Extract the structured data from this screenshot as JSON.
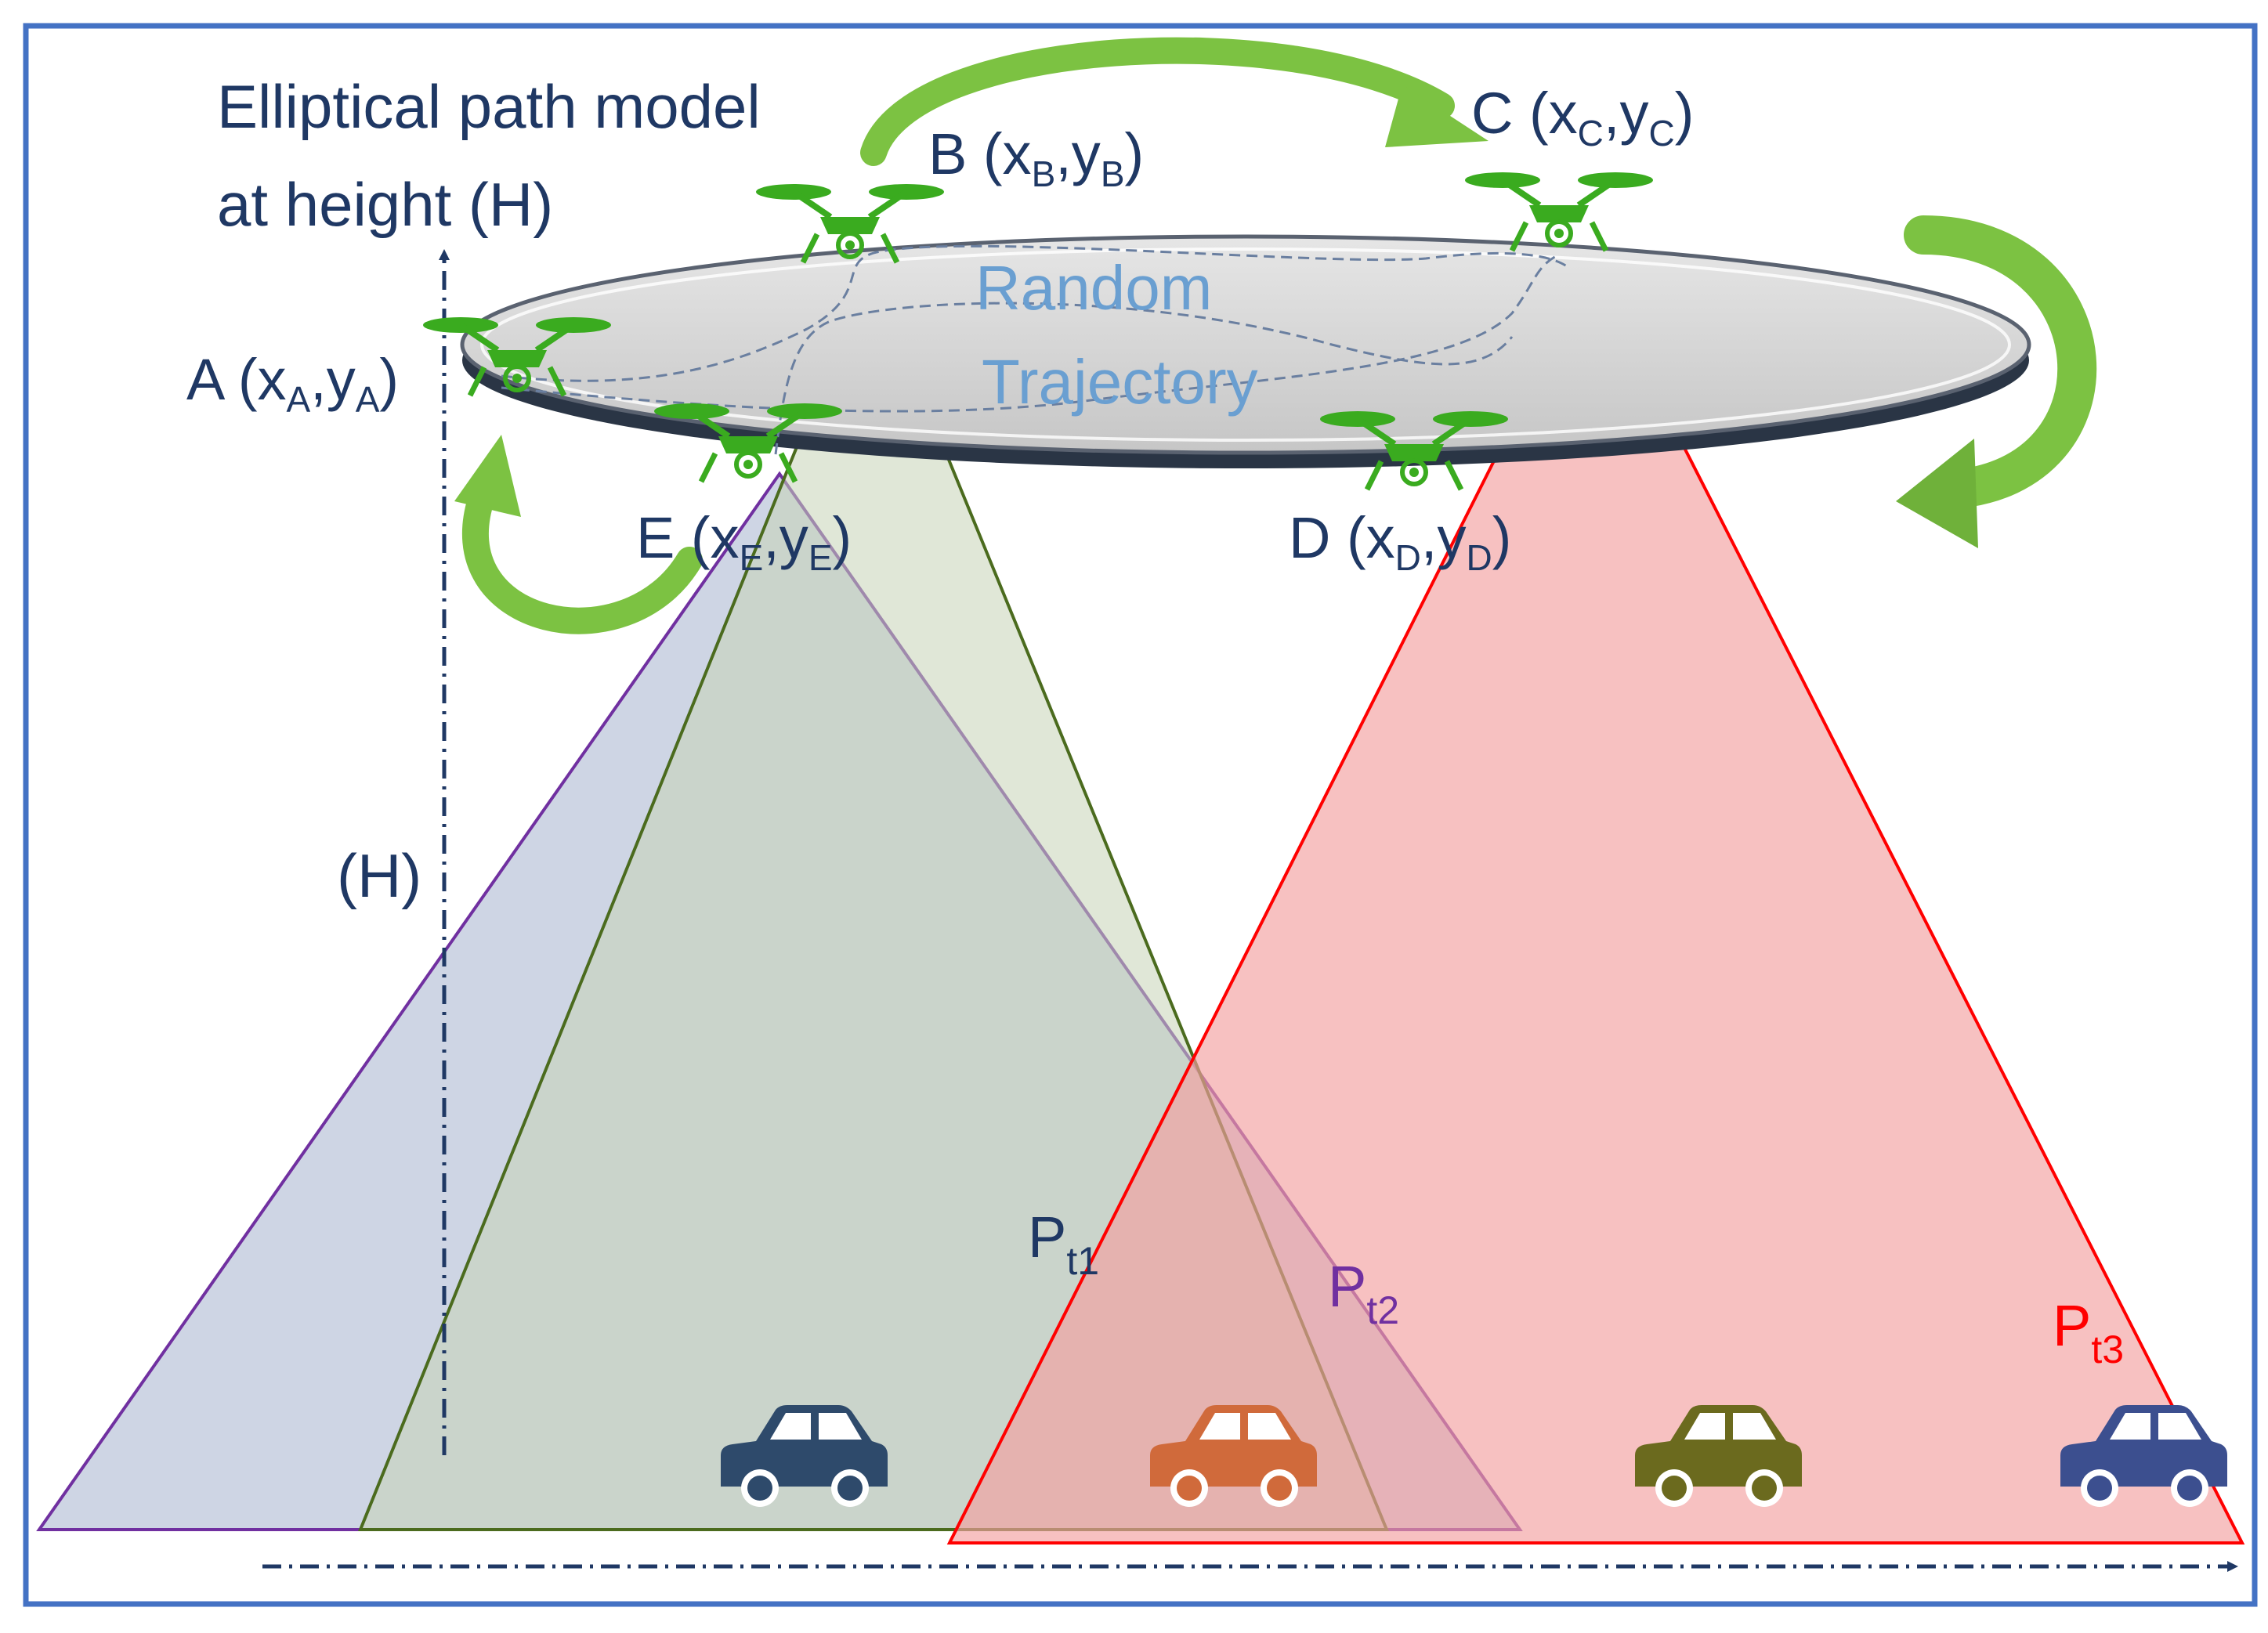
{
  "title": {
    "line1": "Elliptical path model",
    "line2": "at height (H)"
  },
  "trajectory_label": {
    "line1": "Random",
    "line2": "Trajectory"
  },
  "height_label": "(H)",
  "points": [
    {
      "id": "A",
      "label": "A (x",
      "sub1": "A",
      "mid": ",y",
      "sub2": "A",
      "end": ")"
    },
    {
      "id": "B",
      "label": "B (x",
      "sub1": "B",
      "mid": ",y",
      "sub2": "B",
      "end": ")"
    },
    {
      "id": "C",
      "label": "C (x",
      "sub1": "C",
      "mid": ",y",
      "sub2": "C",
      "end": ")"
    },
    {
      "id": "D",
      "label": "D (x",
      "sub1": "D",
      "mid": ",y",
      "sub2": "D",
      "end": ")"
    },
    {
      "id": "E",
      "label": "E (x",
      "sub1": "E",
      "mid": ",y",
      "sub2": "E",
      "end": ")"
    }
  ],
  "coverage": [
    {
      "name": "P",
      "sub": "t1",
      "color": "#1f3864"
    },
    {
      "name": "P",
      "sub": "t2",
      "color": "#7030a0"
    },
    {
      "name": "P",
      "sub": "t3",
      "color": "#ff0000"
    }
  ],
  "colors": {
    "frame": "#4472c4",
    "drone": "#3aab1f",
    "arrow": "#7cc242",
    "axis": "#1f3864",
    "text_dark": "#1f3864",
    "text_light": "#6a9fd1",
    "green_cone": "#c6d9a8",
    "purple_cone": "#b4bfd6",
    "red_cone": "#f2a0a0"
  },
  "vehicles": [
    {
      "icon": "car-icon",
      "color": "#2e4a6b"
    },
    {
      "icon": "car-icon",
      "color": "#d06a3b"
    },
    {
      "icon": "car-icon",
      "color": "#6b6a1e"
    },
    {
      "icon": "car-icon",
      "color": "#3c4f8f"
    }
  ],
  "drones": [
    {
      "icon": "drone-icon",
      "at": "A"
    },
    {
      "icon": "drone-icon",
      "at": "B"
    },
    {
      "icon": "drone-icon",
      "at": "C"
    },
    {
      "icon": "drone-icon",
      "at": "D"
    },
    {
      "icon": "drone-icon",
      "at": "E"
    }
  ]
}
